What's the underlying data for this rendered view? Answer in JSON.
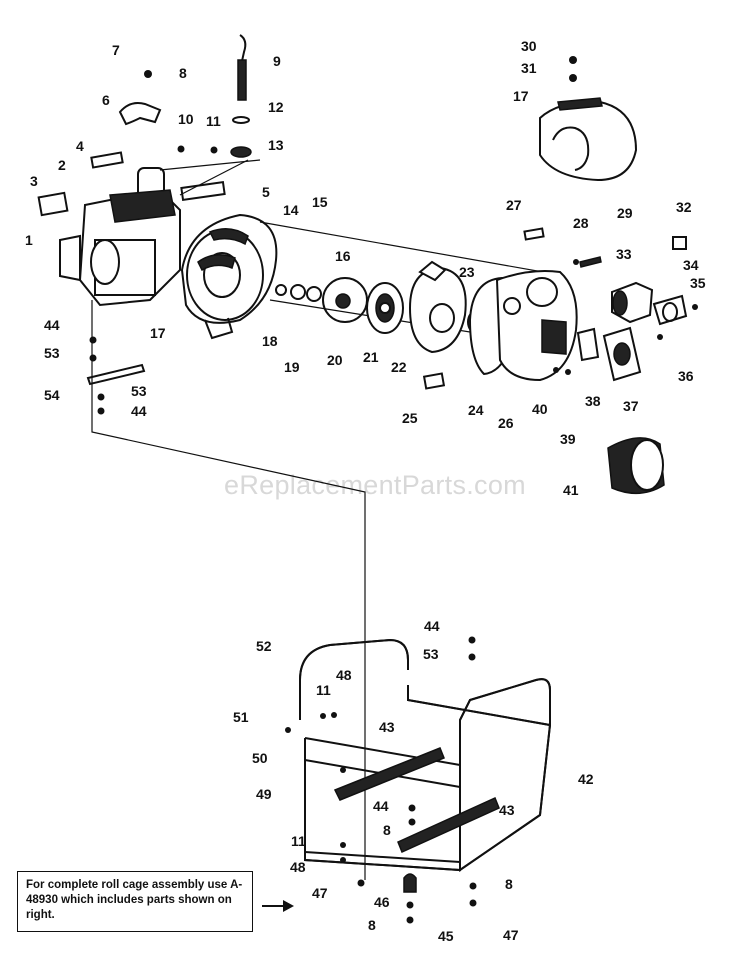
{
  "watermark": "eReplacementParts.com",
  "note": "For complete roll cage assembly use A-48930 which includes parts shown on right.",
  "callouts": [
    "1",
    "2",
    "3",
    "4",
    "5",
    "6",
    "7",
    "8",
    "9",
    "10",
    "11",
    "12",
    "13",
    "14",
    "15",
    "16",
    "17",
    "18",
    "19",
    "20",
    "21",
    "22",
    "23",
    "24",
    "25",
    "26",
    "27",
    "28",
    "29",
    "30",
    "31",
    "32",
    "33",
    "34",
    "35",
    "36",
    "37",
    "38",
    "39",
    "40",
    "41",
    "42",
    "43",
    "44",
    "45",
    "46",
    "47",
    "48",
    "49",
    "50",
    "51",
    "52",
    "53",
    "54"
  ]
}
